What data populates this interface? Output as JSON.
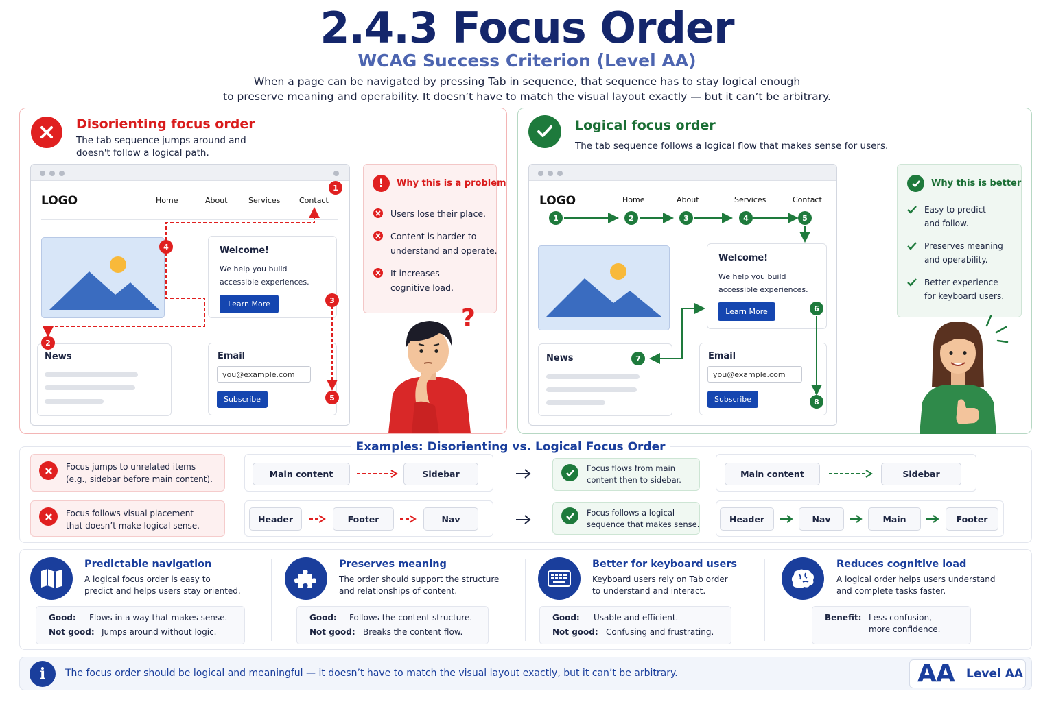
{
  "header": {
    "title": "2.4.3 Focus Order",
    "subtitle": "WCAG Success Criterion (Level AA)",
    "intro_line1": "When a page can be navigated by pressing Tab in sequence, that sequence has to stay logical enough",
    "intro_line2": "to preserve meaning and operability. It doesn’t have to match the visual layout exactly — but it can’t be arbitrary."
  },
  "bad_panel": {
    "heading": "Disorienting focus order",
    "desc_line1": "The tab sequence jumps around and",
    "desc_line2": "doesn't follow a logical path.",
    "mock": {
      "logo": "LOGO",
      "nav": [
        "Home",
        "About",
        "Services",
        "Contact"
      ],
      "welcome": "Welcome!",
      "welcome_line1": "We help you build",
      "welcome_line2": "accessible experiences.",
      "learn_more": "Learn More",
      "news": "News",
      "email_label": "Email",
      "email_value": "you@example.com",
      "subscribe": "Subscribe",
      "order": [
        "1",
        "2",
        "3",
        "4",
        "5"
      ]
    },
    "why_heading": "Why this is a problem",
    "why_items": [
      {
        "l1": "Users lose their place.",
        "l2": ""
      },
      {
        "l1": "Content is harder to",
        "l2": "understand and operate."
      },
      {
        "l1": "It increases",
        "l2": "cognitive load."
      }
    ],
    "question_mark": "?"
  },
  "good_panel": {
    "heading": "Logical focus order",
    "desc": "The tab sequence follows a logical flow that makes sense for users.",
    "mock": {
      "logo": "LOGO",
      "nav": [
        "Home",
        "About",
        "Services",
        "Contact"
      ],
      "welcome": "Welcome!",
      "welcome_line1": "We help you build",
      "welcome_line2": "accessible experiences.",
      "learn_more": "Learn More",
      "news": "News",
      "email_label": "Email",
      "email_value": "you@example.com",
      "subscribe": "Subscribe",
      "order": [
        "1",
        "2",
        "3",
        "4",
        "5",
        "6",
        "7",
        "8"
      ]
    },
    "why_heading": "Why this is better",
    "why_items": [
      {
        "l1": "Easy to predict",
        "l2": "and follow."
      },
      {
        "l1": "Preserves meaning",
        "l2": "and operability."
      },
      {
        "l1": "Better experience",
        "l2": "for keyboard users."
      }
    ]
  },
  "examples": {
    "heading": "Examples: Disorienting vs. Logical Focus Order",
    "rows": [
      {
        "bad_l1": "Focus jumps to unrelated items",
        "bad_l2": "(e.g., sidebar before main content).",
        "bad_seq": [
          "Main content",
          "Sidebar"
        ],
        "good_l1": "Focus flows from main",
        "good_l2": "content then to sidebar.",
        "good_seq": [
          "Main content",
          "Sidebar"
        ]
      },
      {
        "bad_l1": "Focus follows visual placement",
        "bad_l2": "that doesn’t make logical sense.",
        "bad_seq": [
          "Header",
          "Footer",
          "Nav"
        ],
        "good_l1": "Focus follows a logical",
        "good_l2": "sequence that makes sense.",
        "good_seq": [
          "Header",
          "Nav",
          "Main",
          "Footer"
        ]
      }
    ]
  },
  "benefits": [
    {
      "icon": "map-icon",
      "title": "Predictable navigation",
      "l1": "A logical focus order is easy to",
      "l2": "predict and helps users stay oriented.",
      "rows": [
        {
          "k": "Good:",
          "v": "Flows in a way that makes sense."
        },
        {
          "k": "Not good:",
          "v": "Jumps around without logic."
        }
      ]
    },
    {
      "icon": "puzzle-icon",
      "title": "Preserves meaning",
      "l1": "The order should support the structure",
      "l2": "and relationships of content.",
      "rows": [
        {
          "k": "Good:",
          "v": "Follows the content structure."
        },
        {
          "k": "Not good:",
          "v": "Breaks the content flow."
        }
      ]
    },
    {
      "icon": "keyboard-icon",
      "title": "Better for keyboard users",
      "l1": "Keyboard users rely on Tab order",
      "l2": "to understand and interact.",
      "rows": [
        {
          "k": "Good:",
          "v": "Usable and efficient."
        },
        {
          "k": "Not good:",
          "v": "Confusing and frustrating."
        }
      ]
    },
    {
      "icon": "brain-icon",
      "title": "Reduces cognitive load",
      "l1": "A logical order helps users understand",
      "l2": "and complete tasks faster.",
      "benefit_key": "Benefit:",
      "benefit_l1": "Less confusion,",
      "benefit_l2": "more confidence."
    }
  ],
  "footer": {
    "info_icon": "i",
    "text": "The focus order should be logical and meaningful — it doesn’t have to match the visual layout exactly, but it can’t be arbitrary.",
    "badge_big": "AA",
    "badge_label": "Level AA"
  },
  "colors": {
    "navy": "#14266b",
    "accent": "#1a3e9c",
    "red": "#e02020",
    "green": "#1e7a3c"
  }
}
